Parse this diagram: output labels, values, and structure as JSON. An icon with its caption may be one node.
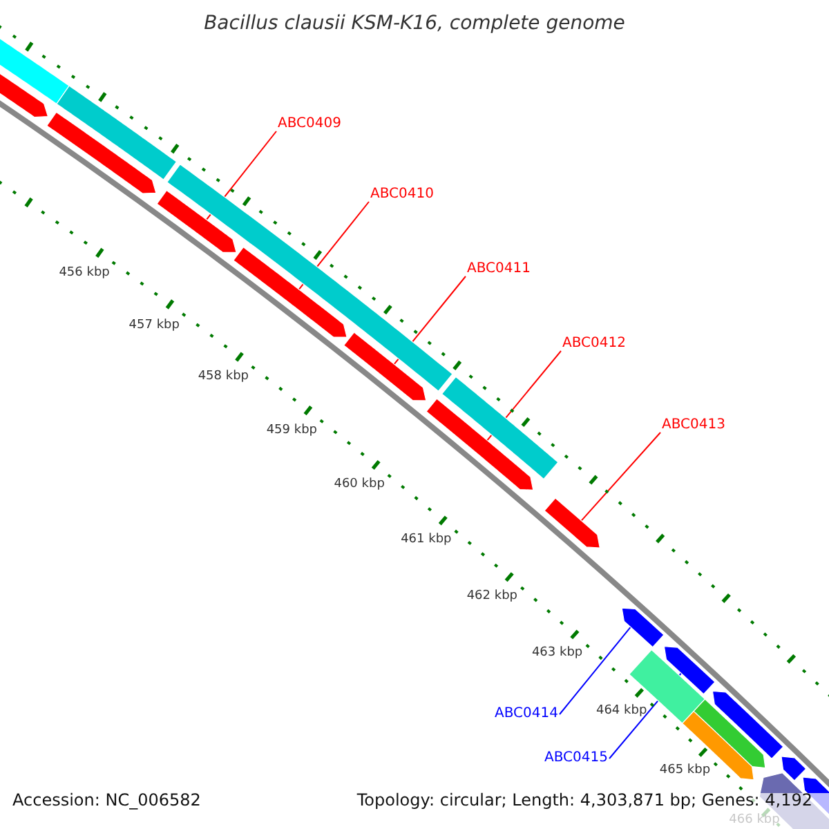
{
  "diagram": {
    "title": "Bacillus clausii KSM-K16, complete genome",
    "nodes": [
      {
        "text": [
          "ABC0409"
        ]
      },
      {
        "text": [
          "ABC0410"
        ]
      },
      {
        "text": [
          "ABC0411"
        ]
      },
      {
        "text": [
          "ABC0412"
        ]
      },
      {
        "text": [
          "ABC0413"
        ]
      },
      {
        "text": [
          "ABC0414"
        ]
      },
      {
        "text": [
          "ABC0415"
        ]
      },
      {
        "text": [],
        "shape": "bar"
      },
      {
        "text": [],
        "shape": "bar"
      },
      {
        "text": [],
        "shape": "bar"
      },
      {
        "text": [],
        "shape": "bar"
      },
      {
        "text": [],
        "shape": "bar"
      },
      {
        "text": [],
        "shape": "bar"
      },
      {
        "text": [],
        "shape": "bar"
      },
      {
        "text": [],
        "shape": "bar"
      },
      {
        "text": [],
        "shape": "bar"
      },
      {
        "text": [],
        "shape": "bar"
      },
      {
        "text": [],
        "shape": "bar"
      },
      {
        "text": [],
        "shape": "bar"
      },
      {
        "text": [],
        "shape": "bar"
      },
      {
        "text": [],
        "shape": "bar"
      },
      {
        "text": [],
        "shape": "bar"
      },
      {
        "text": [],
        "shape": "bar"
      },
      {
        "text": [],
        "shape": "bar"
      },
      {
        "text": [],
        "shape": "bar"
      },
      {
        "text": [],
        "shape": "bar"
      },
      {
        "text": [],
        "shape": "bar"
      }
    ],
    "edges": [
      {
        "from": 0,
        "to": 7,
        "arrow": "none"
      },
      {
        "from": 1,
        "to": 8,
        "arrow": "none"
      },
      {
        "from": 2,
        "to": 9,
        "arrow": "none"
      },
      {
        "from": 3,
        "to": 10,
        "arrow": "none"
      },
      {
        "from": 4,
        "to": 11,
        "arrow": "none"
      },
      {
        "from": 5,
        "to": 12,
        "arrow": "none",
        "color": "#0000ff"
      },
      {
        "from": 6,
        "to": 13,
        "arrow": "none",
        "color": "#0000ff"
      }
    ],
    "labels": [
      "456 kbp",
      "457 kbp",
      "458 kbp",
      "459 kbp",
      "460 kbp",
      "461 kbp",
      "462 kbp",
      "463 kbp",
      "464 kbp",
      "465 kbp",
      "466 kbp",
      "Accession: NC_006582",
      "Topology: circular; Length: 4,303,871 bp; Genes: 4,192"
    ]
  }
}
